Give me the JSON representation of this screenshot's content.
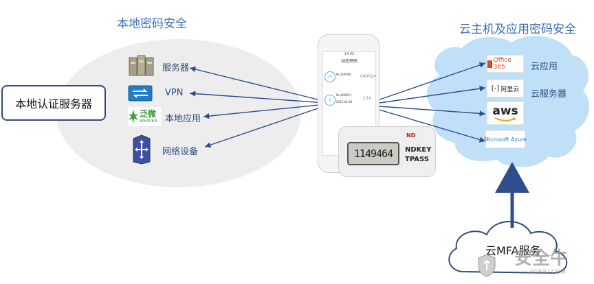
{
  "local": {
    "title": "本地密码安全",
    "auth_server": "本地认证服务器",
    "items": [
      {
        "label": "服务器",
        "icon": "server-icon"
      },
      {
        "label": "VPN",
        "icon": "vpn-icon"
      },
      {
        "label": "本地应用",
        "icon": "weaver-app-icon"
      },
      {
        "label": "网络设备",
        "icon": "network-device-icon"
      }
    ],
    "weaver_logo_text": "泛微",
    "weaver_logo_sub": "WEAVER"
  },
  "cloud": {
    "title": "云主机及应用密码安全",
    "app_label": "云应用",
    "server_label": "云服务器",
    "logos": {
      "office365": "Office 365",
      "aliyun": "阿里云",
      "aws": "aws",
      "azure": "Microsoft Azure"
    }
  },
  "mfa": {
    "label": "云MFA服务"
  },
  "phone": {
    "time": "14:42",
    "header": "动态密码",
    "rows": [
      {
        "badge": "20",
        "name": "No.000000",
        "code": "040624"
      },
      {
        "badge": "1",
        "name": "No.000833",
        "date": "2015-02-18",
        "code": "234"
      }
    ]
  },
  "token": {
    "display": "1149464",
    "brand_top": "ND",
    "brand_line1": "NDKEY",
    "brand_line2": "TPASS"
  },
  "watermark": {
    "text": "安全牛",
    "sub": "AQNIU.COM"
  },
  "colors": {
    "arrow": "#2e4e8c",
    "title": "#3b6fb6",
    "cloud": "#bfe0f7",
    "ellipse": "#ededed"
  }
}
